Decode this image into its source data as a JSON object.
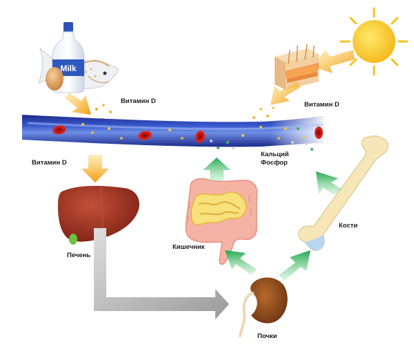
{
  "labels": {
    "vitamin_d_food": "Витамин D",
    "vitamin_d_skin": "Витамин D",
    "vitamin_d_blood": "Витамин D",
    "calcium": "Кальций",
    "phosphorus": "Фосфор",
    "intestine": "Кишечник",
    "bones": "Кости",
    "liver": "Печень",
    "kidneys": "Почки",
    "milk": "Milk"
  },
  "colors": {
    "sun": "#f7c51e",
    "vessel": "#2a43b8",
    "blood_cell": "#d11a1a",
    "liver": "#9c2c1d",
    "kidney": "#8a4a1c",
    "bone": "#f4e3b1",
    "intestine": "#f3a898",
    "arrow_orange": "#f4a010",
    "arrow_green": "#2fb55a",
    "arrow_grey": "#b4b4b4"
  }
}
